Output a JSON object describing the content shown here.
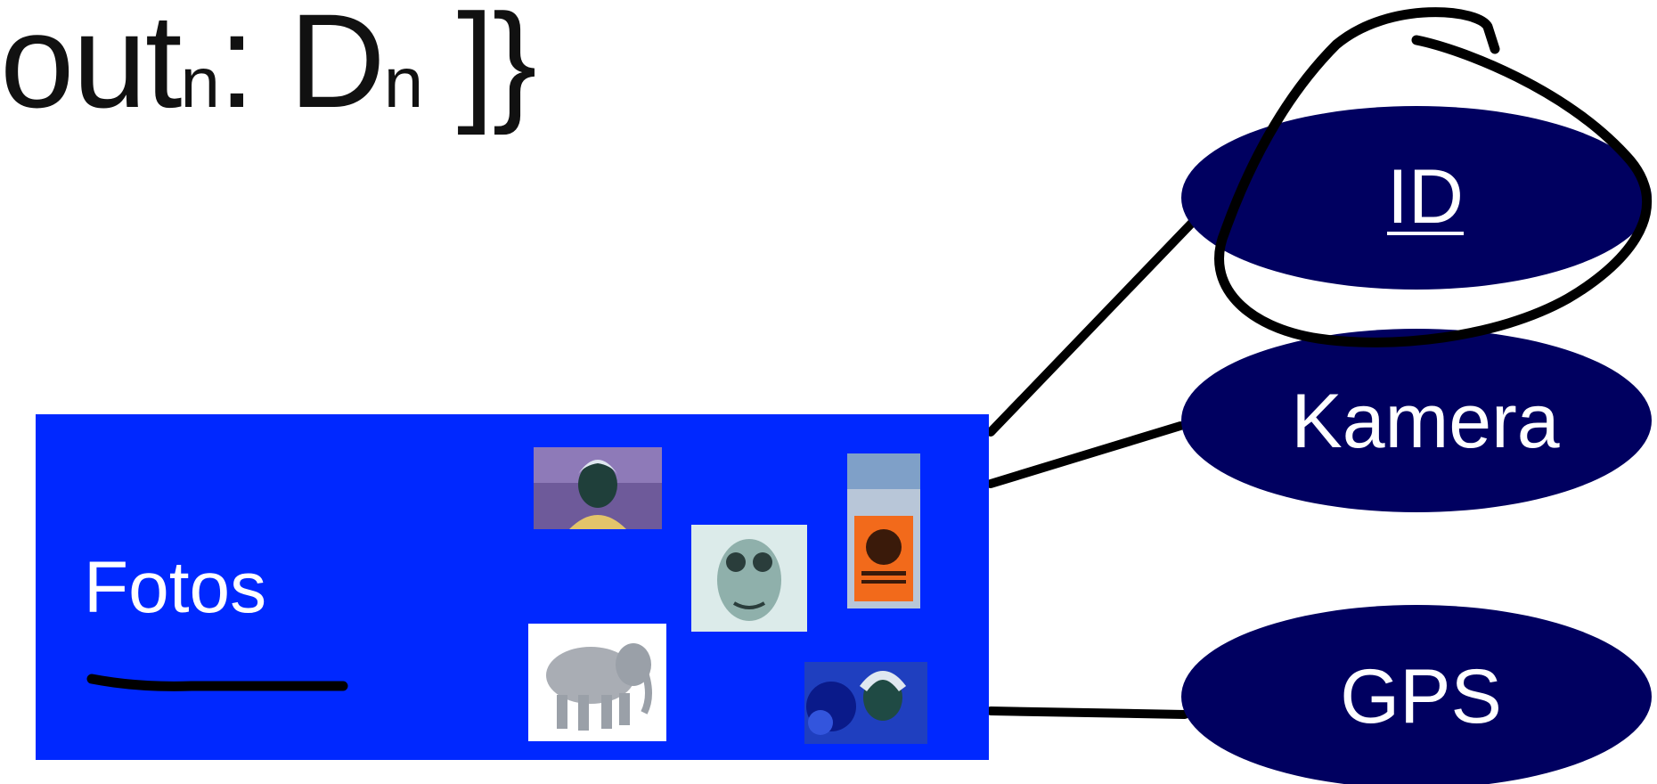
{
  "formula": {
    "part1": "out",
    "sub1": "n",
    "part2": ": D",
    "sub2": "n",
    "part3": " ]}"
  },
  "entity": {
    "label": "Fotos"
  },
  "attributes": [
    {
      "label": "ID",
      "key": true
    },
    {
      "label": "Kamera",
      "key": false
    },
    {
      "label": "GPS",
      "key": false
    }
  ],
  "colors": {
    "entity_fill": "#0028ff",
    "attribute_fill": "#000060",
    "ink": "#000000"
  }
}
